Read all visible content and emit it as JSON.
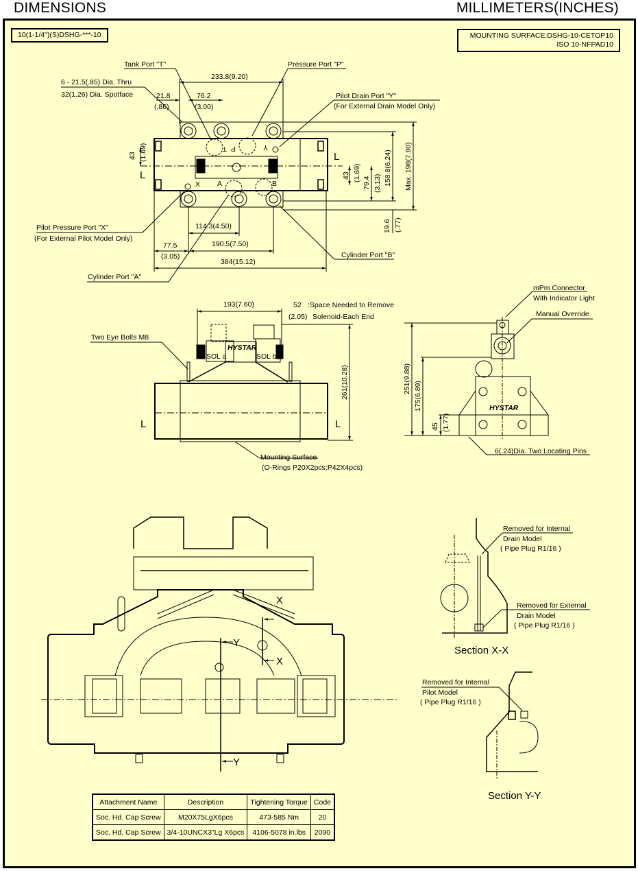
{
  "header": {
    "left_title": "DIMENSIONS",
    "right_title": "MILLIMETERS(INCHES)"
  },
  "model_box": "10(1-1/4\")(S)DSHG-***-10",
  "mounting_box": {
    "line1": "MOUNTING SURFACE:DSHG-10-CETOP10",
    "line2": "ISO 10-NFPAD10"
  },
  "top_view": {
    "labels": {
      "tank_port": "Tank Port \"T\"",
      "pressure_port": "Pressure Port \"P\"",
      "holes_line1": "6 - 21.5(.85) Dia. Thru",
      "holes_line2": "32(1.26) Dia. Spotface",
      "pilot_drain_line1": "Pilot Drain Port \"Y\"",
      "pilot_drain_line2": "(For External Drain Model Only)",
      "pilot_pressure_line1": "Pilot Pressure Port \"X\"",
      "pilot_pressure_line2": "(For External Pilot Model Only)",
      "cylinder_a": "Cylinder Port \"A\"",
      "cylinder_b": "Cylinder Port \"B\"",
      "port_t": "T",
      "port_p": "P",
      "port_y": "Y",
      "port_x": "X",
      "port_a": "A",
      "port_b": "B",
      "side_l": "L"
    },
    "dims": {
      "d233": "233.8(9.20)",
      "d21_mm": "21.8",
      "d21_in": "(.86)",
      "d76_mm": "76.2",
      "d76_in": "(3.00)",
      "d43_mm": "43",
      "d43_in": "(1.69)",
      "d43r_mm": "43",
      "d43r_in": "(1.69)",
      "d79_mm": "79.4",
      "d79_in": "(3.13)",
      "d158": "158.8(6.24)",
      "dmax": "Max. 198(7.80)",
      "d19_mm": "19.6",
      "d19_in": "(.77)",
      "d114": "114.3(4.50)",
      "d77_mm": "77.5",
      "d77_in": "(3.05)",
      "d190": "190.5(7.50)",
      "d384": "384(15.12)"
    }
  },
  "front_view": {
    "labels": {
      "eye_bolts": "Two Eye Bolts M8",
      "space_needed_line1": ":Space Needed to Remove",
      "space_needed_line2": "Solenoid-Each End",
      "mounting_surface_line1": "Mounting Surface",
      "mounting_surface_line2": "(O-Rings P20X2pcs;P42X4pcs)",
      "sol_a": "SOL a",
      "sol_b": "SOL b",
      "brand": "HYSTAR",
      "side_l": "L"
    },
    "dims": {
      "d193": "193(7.60)",
      "d52_mm": "52",
      "d52_in": "(2.05)",
      "d261": "261(10.28)"
    }
  },
  "side_view": {
    "labels": {
      "connector_line1": "mPm Connector",
      "connector_line2": "With Indicator Light",
      "manual_override": "Manual Override",
      "locating_pins": "6(.24)Dia. Two Locating Pins",
      "brand": "HYSTAR"
    },
    "dims": {
      "d251": "251(9.88)",
      "d175": "175(6.89)",
      "d45_mm": "45",
      "d45_in": "(1.77)"
    }
  },
  "section_view": {
    "labels": {
      "x": "X",
      "y": "Y"
    }
  },
  "section_xx": {
    "title": "Section X-X",
    "note1_line1": "Removed for Internal",
    "note1_line2": "Drain Model",
    "note1_line3": "( Pipe Plug R1/16 )",
    "note2_line1": "Removed for External",
    "note2_line2": "Drain Model",
    "note2_line3": "( Pipe Plug R1/16 )"
  },
  "section_yy": {
    "title": "Section Y-Y",
    "note_line1": "Removed for Internal",
    "note_line2": "Pilot Model",
    "note_line3": "( Pipe Plug R1/16 )"
  },
  "attachment_table": {
    "headers": [
      "Attachment Name",
      "Description",
      "Tightening Torque",
      "Code"
    ],
    "rows": [
      [
        "Soc. Hd. Cap Screw",
        "M20X75LgX6pcs",
        "473-585 Nm",
        "20"
      ],
      [
        "Soc. Hd. Cap Screw",
        "3/4-10UNCX3\"Lg X6pcs",
        "4106-5078 in.lbs",
        "2090"
      ]
    ]
  }
}
